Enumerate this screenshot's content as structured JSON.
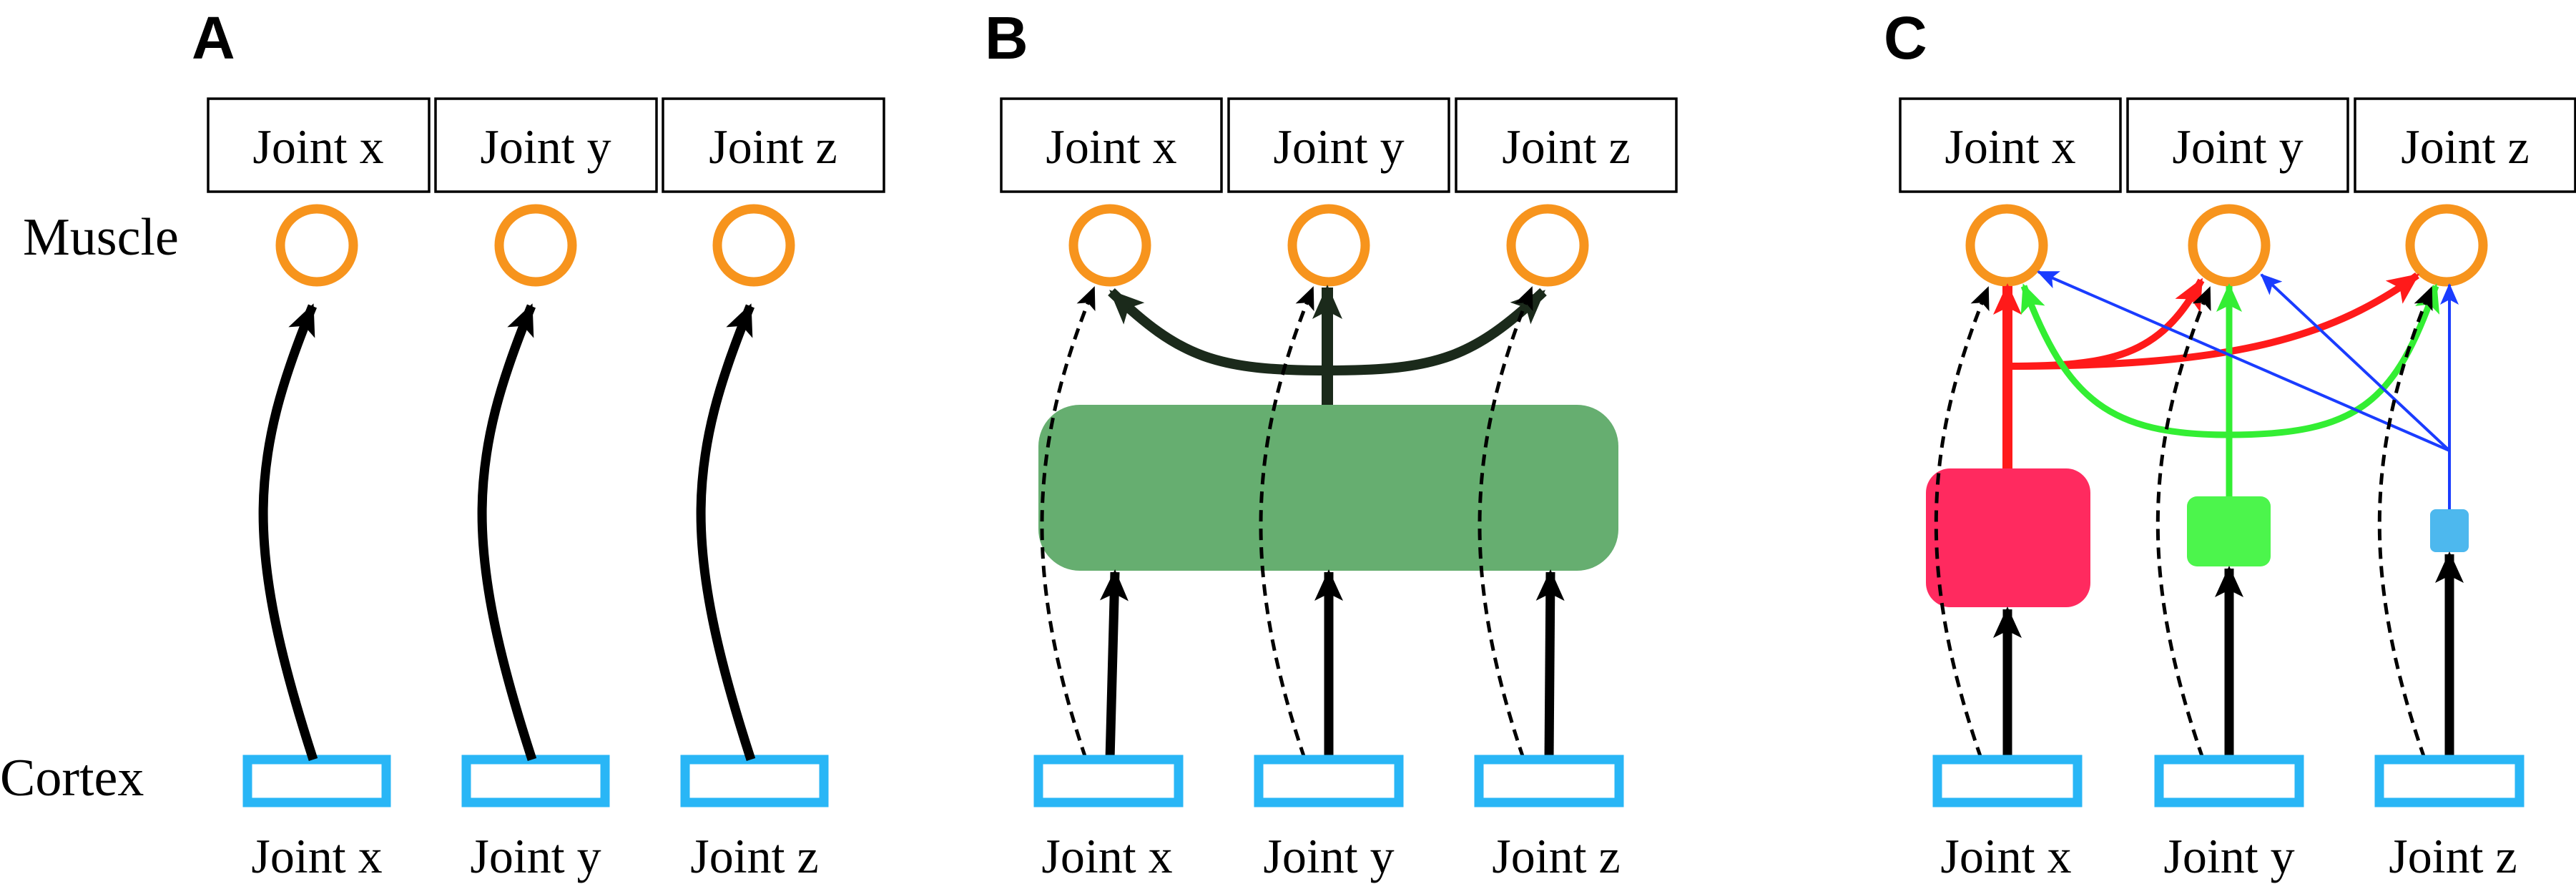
{
  "rowLabels": {
    "muscle": "Muscle",
    "cortex": "Cortex"
  },
  "panels": [
    {
      "label": "A",
      "topJoints": [
        "Joint x",
        "Joint y",
        "Joint z"
      ],
      "bottomJoints": [
        "Joint x",
        "Joint y",
        "Joint z"
      ]
    },
    {
      "label": "B",
      "topJoints": [
        "Joint x",
        "Joint y",
        "Joint z"
      ],
      "bottomJoints": [
        "Joint x",
        "Joint y",
        "Joint z"
      ]
    },
    {
      "label": "C",
      "topJoints": [
        "Joint x",
        "Joint y",
        "Joint z"
      ],
      "bottomJoints": [
        "Joint x",
        "Joint y",
        "Joint z"
      ]
    }
  ],
  "colors": {
    "muscle": "#f7941d",
    "cortex": "#29b6f6",
    "synergyB": "#66ae70",
    "synergyBArrow": "#1b2a1b",
    "synergyC1": "#ff2a5f",
    "synergyC1Arrow": "#ff1a1a",
    "synergyC2": "#4cf54c",
    "synergyC2Arrow": "#33ee33",
    "synergyC3": "#4db8ee",
    "synergyC3Arrow": "#1a3cff"
  }
}
